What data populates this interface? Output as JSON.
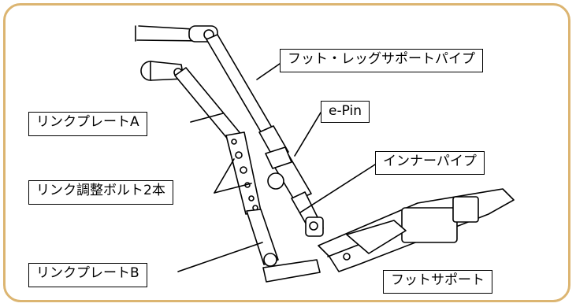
{
  "labels": {
    "foot_leg_support_pipe": "フット・レッグサポートパイプ",
    "e_pin": "e-Pin",
    "link_plate_a": "リンクプレートA",
    "inner_pipe": "インナーパイプ",
    "link_adjust_bolts": "リンク調整ボルト2本",
    "link_plate_b": "リンクプレートB",
    "foot_support": "フットサポート"
  },
  "colors": {
    "frame_border": "#dcb571",
    "line": "#000000",
    "background": "#ffffff"
  }
}
